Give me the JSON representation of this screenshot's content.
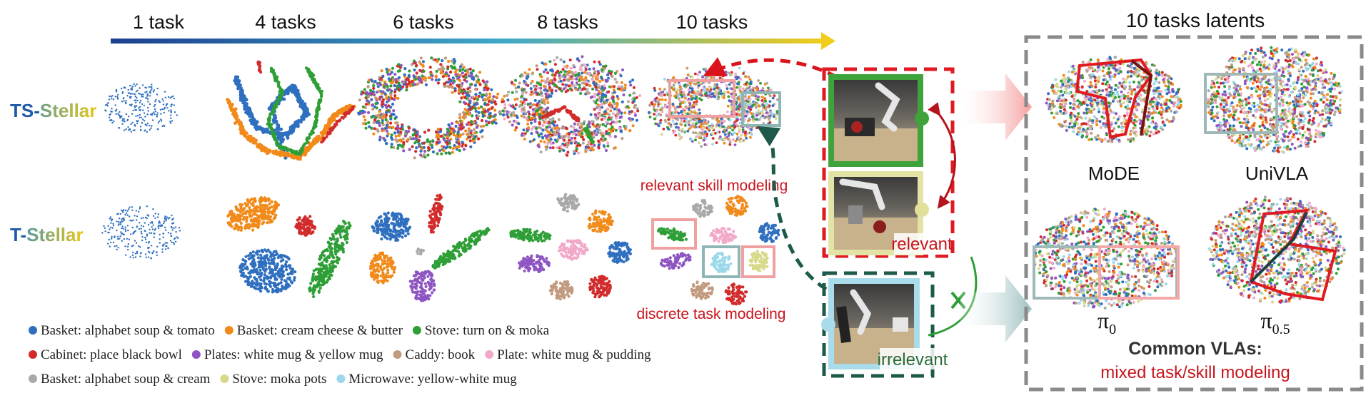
{
  "timeline": {
    "steps": [
      "1 task",
      "4 tasks",
      "6 tasks",
      "8 tasks",
      "10 tasks"
    ]
  },
  "rows": {
    "ts": {
      "prefix": "TS-",
      "suffix": "Stellar"
    },
    "t": {
      "prefix": "T-",
      "suffix": "Stellar"
    }
  },
  "annotations": {
    "relevant_skill": "relevant skill modeling",
    "discrete_task": "discrete task modeling",
    "relevant": "relevant",
    "irrelevant": "irrelevant"
  },
  "right_panel": {
    "title": "10 tasks latents",
    "models": {
      "mode": "MoDE",
      "univla": "UniVLA",
      "pi0_base": "π",
      "pi0_sub": "0",
      "pi05_base": "π",
      "pi05_sub": "0.5"
    },
    "footer_title": "Common VLAs:",
    "footer_sub": "mixed task/skill modeling"
  },
  "legend": [
    {
      "label": "Basket: alphabet soup & tomato",
      "color": "#2f6fbf"
    },
    {
      "label": "Basket: cream cheese & butter",
      "color": "#f28a1a"
    },
    {
      "label": "Stove: turn on & moka",
      "color": "#2e9e36"
    },
    {
      "label": "Cabinet: place black bowl",
      "color": "#d22b2b"
    },
    {
      "label": "Plates: white mug & yellow mug",
      "color": "#8e55c2"
    },
    {
      "label": "Caddy: book",
      "color": "#c29a80"
    },
    {
      "label": "Plate: white mug & pudding",
      "color": "#f2a9c9"
    },
    {
      "label": "Basket: alphabet soup & cream",
      "color": "#a9a9a9"
    },
    {
      "label": "Stove: moka pots",
      "color": "#d7d98a"
    },
    {
      "label": "Microwave: yellow-white mug",
      "color": "#9ad8ea"
    }
  ]
}
